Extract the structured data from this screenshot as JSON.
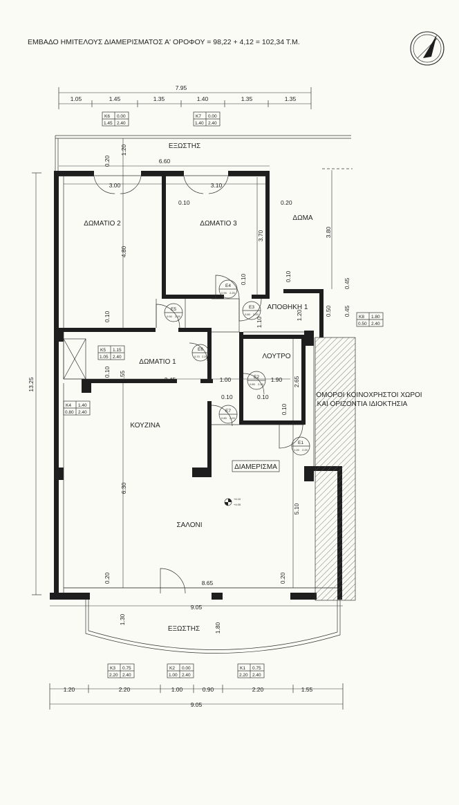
{
  "title": "ΕΜΒΑΔΟ ΗΜΙΤΕΛΟΥΣ ΔΙΑΜΕΡΙΣΜΑΤΟΣ  Α' ΟΡΟΦΟΥ = 98,22 + 4,12 = 102,34 Τ.Μ.",
  "north_arrow": "north-arrow-icon",
  "rooms": {
    "exostis_top": "ΕΞΩΣΤΗΣ",
    "domatio2": "ΔΩΜΑΤΙΟ 2",
    "domatio3": "ΔΩΜΑΤΙΟ 3",
    "doma": "ΔΩΜΑ",
    "apothiki": "ΑΠΟΘΗΚΗ 1",
    "domatio1": "ΔΩΜΑΤΙΟ 1",
    "loutro": "ΛΟΥΤΡΟ",
    "common_line1": "ΟΜΟΡΟΙ ΚΟΙΝΟΧΡΗΣΤΟΙ ΧΩΡΟΙ",
    "common_line2": "ΚΑΙ ΟΡΙΖΟΝΤΙΑ ΙΔΙΟΚΤΗΣΙΑ",
    "kouzina": "ΚΟΥΖΙΝΑ",
    "diamerisma": "ΔΙΑΜΕΡΙΣΜΑ",
    "saloni": "ΣΑΛΟΝΙ",
    "exostis_bottom": "ΕΞΩΣΤΗΣ"
  },
  "top_dims": {
    "total": "7.95",
    "segments": [
      "1.05",
      "1.45",
      "1.35",
      "1.40",
      "1.35",
      "1.35"
    ]
  },
  "bottom_dims": {
    "total": "9.05",
    "segments": [
      "1.20",
      "2.20",
      "1.00",
      "0.90",
      "2.20",
      "1.55"
    ]
  },
  "inner_dims": {
    "d_660": "6.60",
    "d_300": "3.00",
    "d_310": "3.10",
    "d_010a": "0.10",
    "d_020a": "0.20",
    "d_020b": "0.20",
    "d_120a": "1.20",
    "d_480": "4.80",
    "d_370": "3.70",
    "d_380": "3.80",
    "d_010b": "0.10",
    "d_010c": "0.10",
    "d_045a": "0.45",
    "d_045b": "0.45",
    "d_050": "0.50",
    "d_120b": "1.20",
    "d_110": "1.10",
    "d_010d": "0.10",
    "d_010e": "0.10",
    "d_155": "1.55",
    "d_345": "3.45",
    "d_100": "1.00",
    "d_190": "1.90",
    "d_265": "2.65",
    "d_010f": "0.10",
    "d_010g": "0.10",
    "d_010h": "0.10",
    "d_1325": "13.25",
    "d_630": "6.30",
    "d_510": "5.10",
    "d_020c": "0.20",
    "d_020d": "0.20",
    "d_865": "8.65",
    "d_905": "9.05",
    "d_130": "1.30",
    "d_180": "1.80"
  },
  "windows": {
    "k6": [
      "Κ6",
      "0.00",
      "1.45",
      "2.40"
    ],
    "k7": [
      "Κ7",
      "0.00",
      "1.40",
      "2.40"
    ],
    "k5": [
      "Κ5",
      "1.15",
      "1.05",
      "2.40"
    ],
    "k4": [
      "Κ4",
      "1.40",
      "0.80",
      "2.40"
    ],
    "k8": [
      "Κ8",
      "1.80",
      "0.50",
      "2.40"
    ],
    "k3": [
      "Κ3",
      "0.75",
      "2.20",
      "2.40"
    ],
    "k2": [
      "Κ2",
      "0.00",
      "1.00",
      "2.40"
    ],
    "k1": [
      "Κ1",
      "0.75",
      "2.20",
      "2.40"
    ]
  },
  "doors": {
    "e4": [
      "Ε4",
      "0.90",
      "2.20"
    ],
    "e5": [
      "Ε5",
      "0.90",
      "2.20"
    ],
    "e3": [
      "Ε3",
      "0.80",
      "2.20"
    ],
    "e6": [
      "Ε6",
      "0.70",
      "2.20"
    ],
    "e2": [
      "Ε2",
      "0.80",
      "2.20"
    ],
    "e7": [
      "Ε7",
      "0.80",
      "2.20"
    ],
    "e1": [
      "Ε1",
      "1.00",
      "2.20"
    ]
  },
  "level_mark": {
    "line1": "+4.10",
    "line2": "+4.05"
  }
}
